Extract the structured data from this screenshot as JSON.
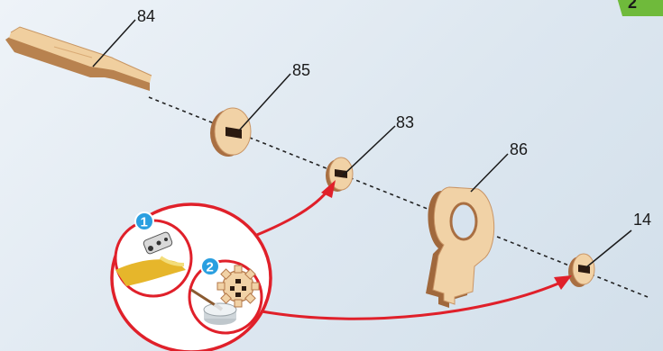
{
  "step_number": "2",
  "part_labels": {
    "p84": "84",
    "p85": "85",
    "p83": "83",
    "p86": "86",
    "p14": "14"
  },
  "callout_badges": {
    "b1": "1",
    "b2": "2"
  },
  "colors": {
    "wood_face": "#f1d2a6",
    "wood_edge": "#b4784a",
    "wood_dark": "#7a4a28",
    "arrow_red": "#e0202a",
    "badge_blue": "#2a9fe0",
    "step_tag_green": "#6fba3b"
  },
  "icons": [
    "glue-tube-icon",
    "glue-pot-icon",
    "gear-icon",
    "brush-icon"
  ]
}
